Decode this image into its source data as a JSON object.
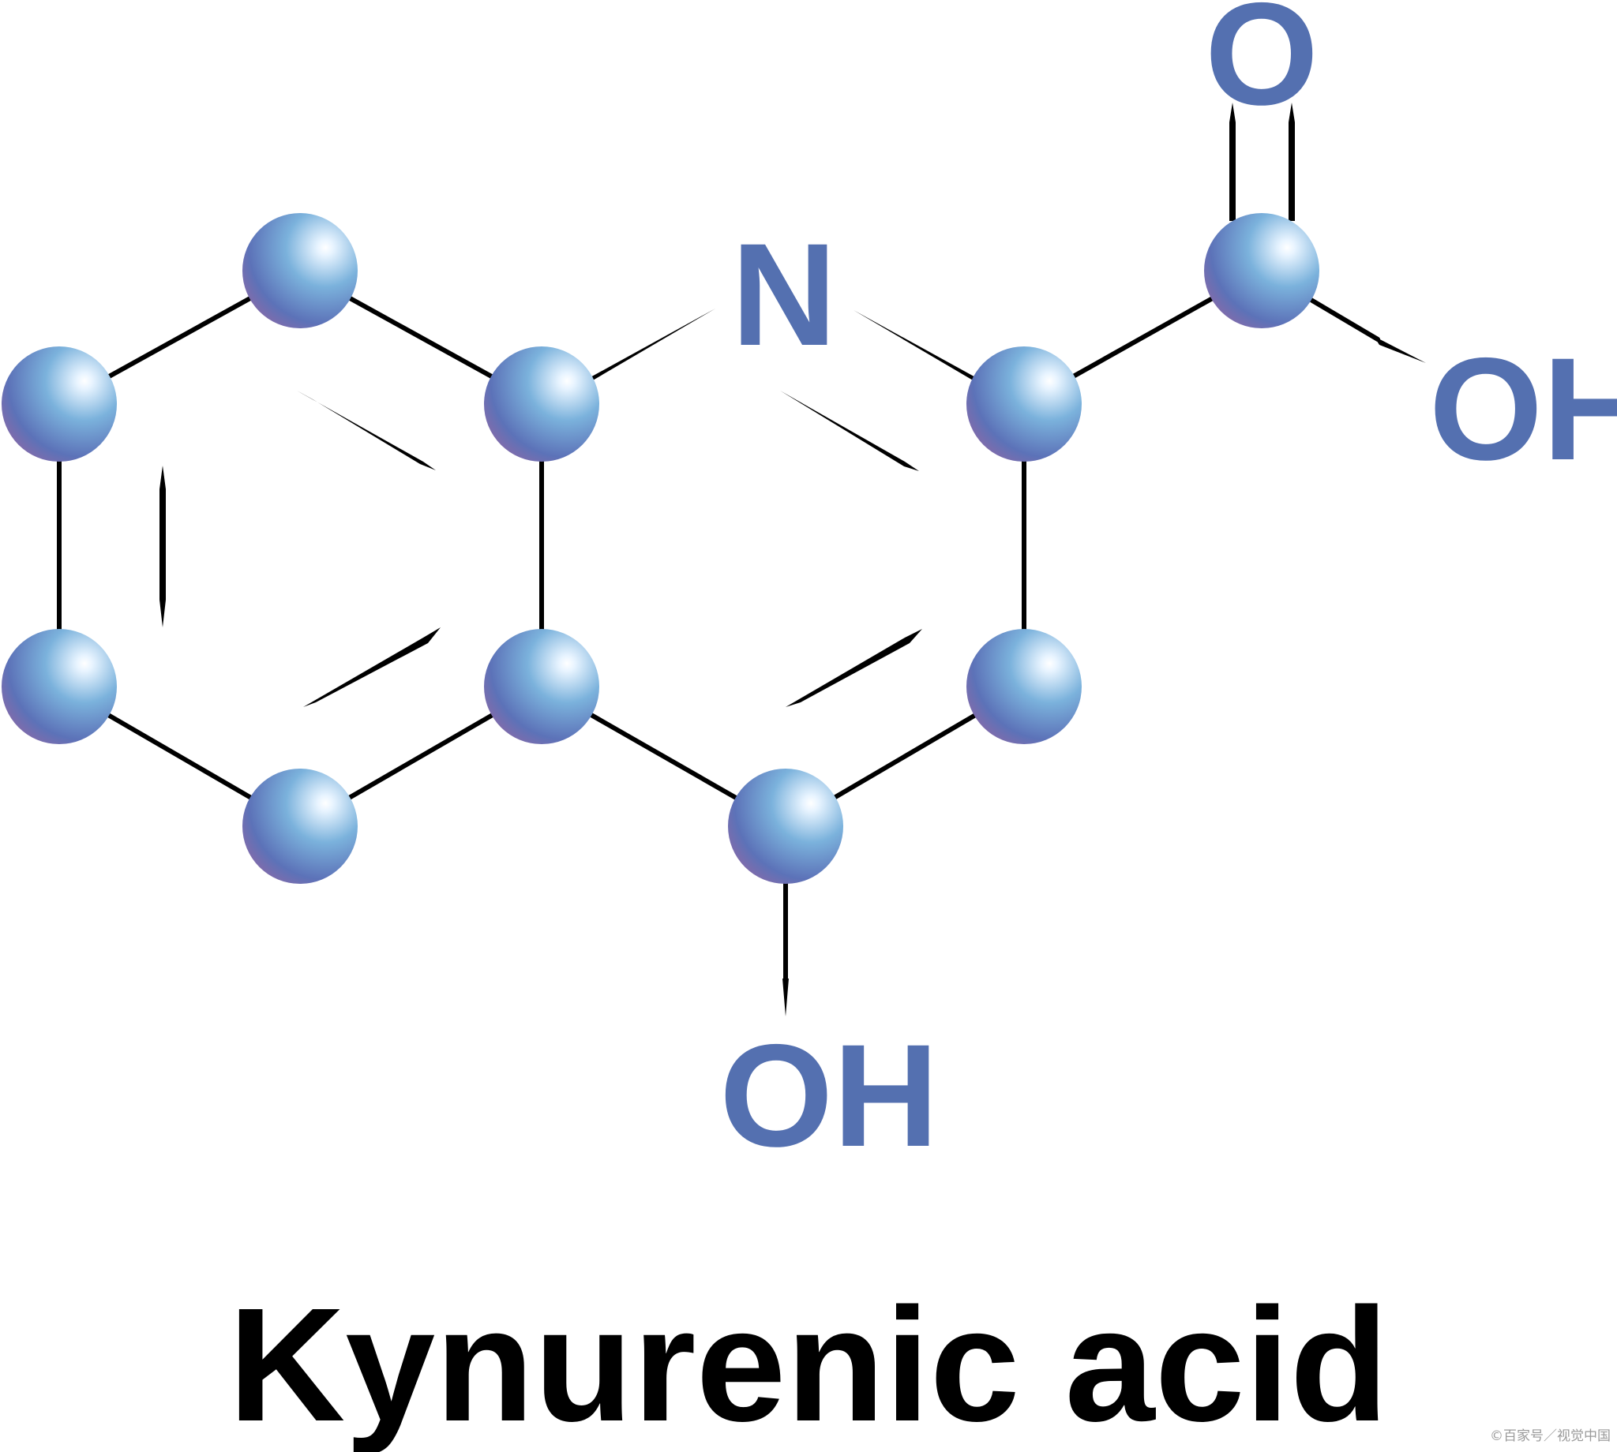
{
  "molecule": {
    "title": "Kynurenic acid",
    "labels": {
      "nitrogen": "N",
      "carbonyl_oxygen": "O",
      "carboxyl_hydroxyl": "OH",
      "ring_hydroxyl": "OH"
    }
  },
  "colors": {
    "atom_label": "#5470b0",
    "bond": "#000000",
    "sphere_light": "#e8f4ff",
    "sphere_mid": "#7bb2dc",
    "sphere_dark": "#5c72b8",
    "sphere_edge": "#8a6aa8",
    "title": "#000000"
  },
  "watermark": "©百家号／视觉中国"
}
